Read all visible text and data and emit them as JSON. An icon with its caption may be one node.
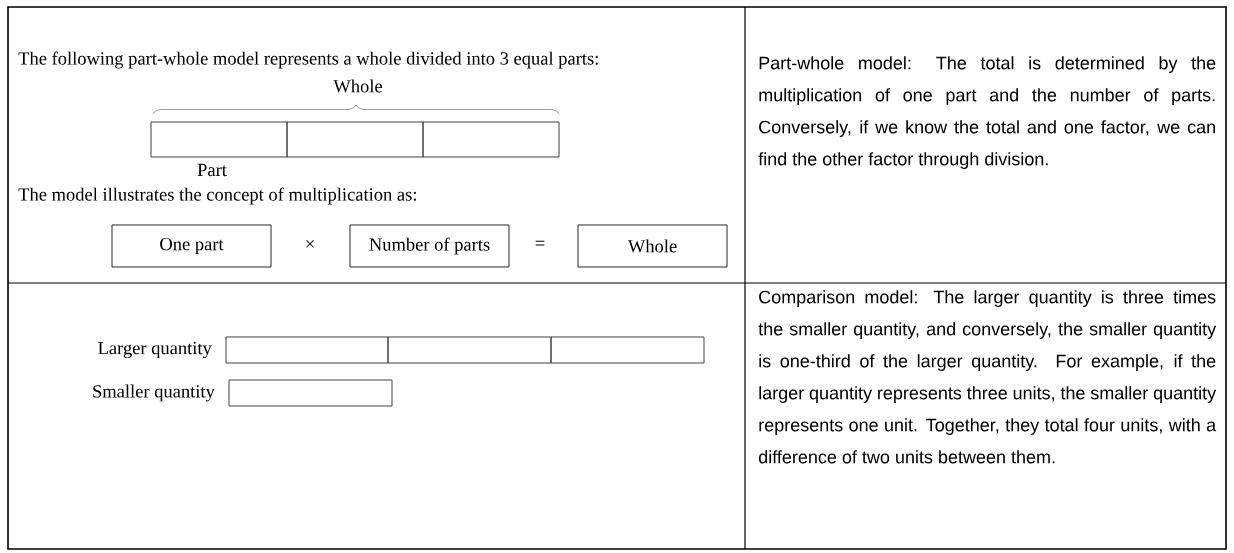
{
  "diagram": {
    "nodes": [
      {
        "text": [],
        "shape": "box"
      },
      {
        "text": [],
        "shape": "box"
      },
      {
        "text": [],
        "shape": "box"
      },
      {
        "text": [
          "One part"
        ]
      },
      {
        "text": [
          "Number of parts"
        ]
      },
      {
        "text": [
          "Whole"
        ]
      },
      {
        "text": [],
        "shape": "box"
      },
      {
        "text": [],
        "shape": "box"
      },
      {
        "text": [],
        "shape": "box"
      },
      {
        "text": [],
        "shape": "box"
      }
    ],
    "labels": [
      "The following part-whole model represents a whole divided into 3 equal parts:",
      "Whole",
      "Part",
      "The model illustrates the concept of multiplication as:",
      "×",
      "=",
      "Part-whole model: The total is determined by the multiplication of one part and the number of parts. Conversely, if we know the total and one factor, we can find the other factor through division.",
      "Larger quantity",
      "Smaller quantity",
      "Comparison model: The larger quantity is three times the smaller quantity, and conversely, the smaller quantity is one-third of the larger quantity. For example, if the larger quantity represents three units, the smaller quantity represents one unit. Together, they total four units, with a difference of two units between them."
    ]
  }
}
